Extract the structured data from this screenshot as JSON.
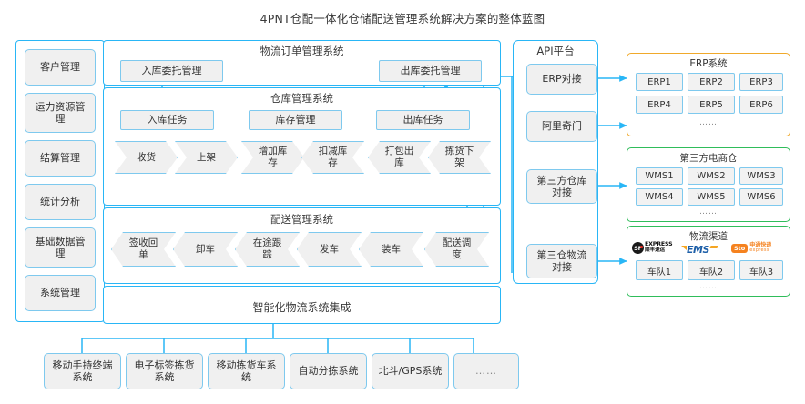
{
  "title": "4PNT仓配一体化仓储配送管理系统解决方案的整体蓝图",
  "colors": {
    "accent_blue": "#29b6f6",
    "node_border": "#7ec9ee",
    "node_fill": "#f0f0f0",
    "erp_border": "#f0a92b",
    "green_border": "#2fbd5a",
    "text": "#333333"
  },
  "sidebar": {
    "items": [
      {
        "label": "客户管理"
      },
      {
        "label": "运力资源管理"
      },
      {
        "label": "结算管理"
      },
      {
        "label": "统计分析"
      },
      {
        "label": "基础数据管理"
      },
      {
        "label": "系统管理"
      }
    ]
  },
  "order_system": {
    "title": "物流订单管理系统",
    "nodes": [
      {
        "label": "入库委托管理"
      },
      {
        "label": "出库委托管理"
      }
    ]
  },
  "warehouse_system": {
    "title": "仓库管理系统",
    "tasks": [
      {
        "label": "入库任务"
      },
      {
        "label": "库存管理"
      },
      {
        "label": "出库任务"
      }
    ],
    "steps": [
      {
        "label": "收货",
        "dir": "right"
      },
      {
        "label": "上架",
        "dir": "right"
      },
      {
        "label": "增加库存",
        "dir": "right"
      },
      {
        "label": "扣减库存",
        "dir": "left"
      },
      {
        "label": "打包出库",
        "dir": "left"
      },
      {
        "label": "拣货下架",
        "dir": "left"
      }
    ]
  },
  "delivery_system": {
    "title": "配送管理系统",
    "steps": [
      {
        "label": "签收回单",
        "dir": "left"
      },
      {
        "label": "卸车",
        "dir": "left"
      },
      {
        "label": "在途跟踪",
        "dir": "left"
      },
      {
        "label": "发车",
        "dir": "left"
      },
      {
        "label": "装车",
        "dir": "left"
      },
      {
        "label": "配送调度",
        "dir": "left"
      }
    ]
  },
  "integration": {
    "title": "智能化物流系统集成",
    "devices": [
      {
        "label": "移动手持终端系统"
      },
      {
        "label": "电子标签拣货系统"
      },
      {
        "label": "移动拣货车系统"
      },
      {
        "label": "自动分拣系统"
      },
      {
        "label": "北斗/GPS系统"
      },
      {
        "label": "……"
      }
    ]
  },
  "api_platform": {
    "title": "API平台",
    "items": [
      {
        "label": "ERP对接"
      },
      {
        "label": "阿里奇门"
      },
      {
        "label": "第三方仓库对接"
      },
      {
        "label": "第三仓物流对接"
      }
    ]
  },
  "vendors": [
    {
      "key": "erp",
      "title": "ERP系统",
      "border": "#f0a92b",
      "chips": [
        "ERP1",
        "ERP2",
        "ERP3",
        "ERP4",
        "ERP5",
        "ERP6"
      ],
      "more": "……"
    },
    {
      "key": "wms",
      "title": "第三方电商仓",
      "border": "#2fbd5a",
      "chips": [
        "WMS1",
        "WMS2",
        "WMS3",
        "WMS4",
        "WMS5",
        "WMS6"
      ],
      "more": "……"
    },
    {
      "key": "logistics",
      "title": "物流渠道",
      "border": "#2fbd5a",
      "logos": [
        {
          "name": "sf-express-logo",
          "badge": "SF",
          "line1": "EXPRESS",
          "line2": "顺丰速运"
        },
        {
          "name": "ems-logo",
          "text": "EMS"
        },
        {
          "name": "sto-express-logo",
          "badge": "Sto",
          "line1": "申通快递",
          "line2": "express"
        }
      ],
      "chips": [
        "车队1",
        "车队2",
        "车队3"
      ],
      "more": "……"
    }
  ]
}
